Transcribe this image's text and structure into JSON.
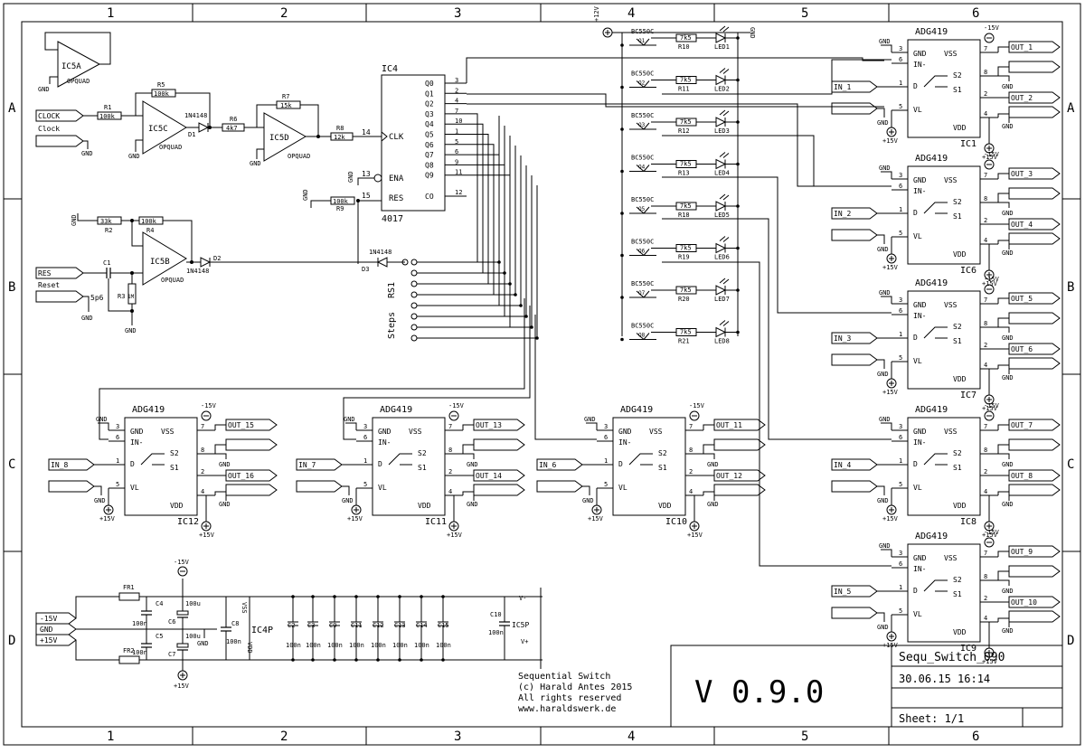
{
  "frame": {
    "columns": [
      "1",
      "2",
      "3",
      "4",
      "5",
      "6"
    ],
    "rows": [
      "A",
      "B",
      "C",
      "D"
    ]
  },
  "labels": {
    "clock": "CLOCK",
    "clock_sub": "Clock",
    "res": "RES",
    "res_sub": "Reset",
    "gnd": "GND",
    "p15": "+15V",
    "m15": "-15V",
    "p12": "+12V",
    "opquad": "OPQUAD",
    "ic5a": "IC5A",
    "ic5b": "IC5B",
    "ic5c": "IC5C",
    "ic5d": "IC5D",
    "r1": "R1",
    "r1v": "100k",
    "r2": "R2",
    "r2v": "33k",
    "r3": "R3",
    "r3v": "1M",
    "r4": "R4",
    "r4v": "100k",
    "r5": "R5",
    "r5v": "100k",
    "r6": "R6",
    "r6v": "4k7",
    "r7": "R7",
    "r7v": "15k",
    "r8": "R8",
    "r8v": "12k",
    "r9": "R9",
    "r9v": "100k",
    "c1": "C1",
    "c1v": "5p6",
    "d1": "D1",
    "d2": "D2",
    "d3": "D3",
    "diode": "1N4148",
    "ic4": "IC4",
    "ic4_part": "4017",
    "ic4_pins_left": [
      "CLK",
      "ENA",
      "RES"
    ],
    "ic4_pins_right": [
      "Q0",
      "Q1",
      "Q2",
      "Q3",
      "Q4",
      "Q5",
      "Q6",
      "Q7",
      "Q8",
      "Q9",
      "CO"
    ],
    "ic4_pinnum_right": [
      "3",
      "2",
      "4",
      "7",
      "10",
      "1",
      "5",
      "6",
      "9",
      "11",
      "12"
    ],
    "ic4_pinnum_left": [
      "14",
      "13",
      "15"
    ],
    "rs1": "RS1",
    "steps": "Steps",
    "bc": "BC550C",
    "transistors": [
      "Q1",
      "Q2",
      "Q3",
      "Q4",
      "Q5",
      "Q6",
      "Q7",
      "Q8"
    ],
    "tr_resistors": [
      "R10",
      "R11",
      "R12",
      "R13",
      "R18",
      "R19",
      "R20",
      "R21"
    ],
    "tr_res_value": "7k5",
    "leds": [
      "LED1",
      "LED2",
      "LED3",
      "LED4",
      "LED5",
      "LED6",
      "LED7",
      "LED8"
    ],
    "adg": "ADG419",
    "adg_pins": {
      "gnd": "GND",
      "vss": "VSS",
      "in": "IN-",
      "s2": "S2",
      "s1": "S1",
      "d": "D",
      "vl": "VL",
      "vdd": "VDD"
    },
    "switches": [
      {
        "ic": "IC1",
        "in": "IN_1",
        "out_a": "OUT_1",
        "out_b": "OUT_2"
      },
      {
        "ic": "IC6",
        "in": "IN_2",
        "out_a": "OUT_3",
        "out_b": "OUT_4"
      },
      {
        "ic": "IC7",
        "in": "IN_3",
        "out_a": "OUT_5",
        "out_b": "OUT_6"
      },
      {
        "ic": "IC8",
        "in": "IN_4",
        "out_a": "OUT_7",
        "out_b": "OUT_8"
      },
      {
        "ic": "IC9",
        "in": "IN_5",
        "out_a": "OUT_9",
        "out_b": "OUT_10"
      },
      {
        "ic": "IC10",
        "in": "IN_6",
        "out_a": "OUT_11",
        "out_b": "OUT_12"
      },
      {
        "ic": "IC11",
        "in": "IN_7",
        "out_a": "OUT_13",
        "out_b": "OUT_14"
      },
      {
        "ic": "IC12",
        "in": "IN_8",
        "out_a": "OUT_15",
        "out_b": "OUT_16"
      }
    ],
    "fr1": "FR1",
    "fr2": "FR2",
    "c4": "C4",
    "c5": "C5",
    "c6": "C6",
    "c7": "C7",
    "c8": "C8",
    "c10": "C10",
    "cap_100n": "100n",
    "cap_100u": "100u",
    "decoupling": [
      "C2",
      "C3",
      "C9",
      "C11",
      "C12",
      "C13",
      "C14",
      "C15"
    ],
    "ic4p": "IC4P",
    "ic5p": "IC5P",
    "vss_label": "VSS",
    "vdd_label": "VDD",
    "vminus": "V-",
    "vplus": "V+"
  },
  "notes": {
    "line1": "Sequential Switch",
    "line2": "(c) Harald Antes 2015",
    "line3": "All rights reserved",
    "line4": "www.haraldswerk.de"
  },
  "titleblock": {
    "version": "V 0.9.0",
    "name": "Sequ_Switch_090",
    "date": "30.06.15 16:14",
    "sheet": "Sheet: 1/1"
  }
}
